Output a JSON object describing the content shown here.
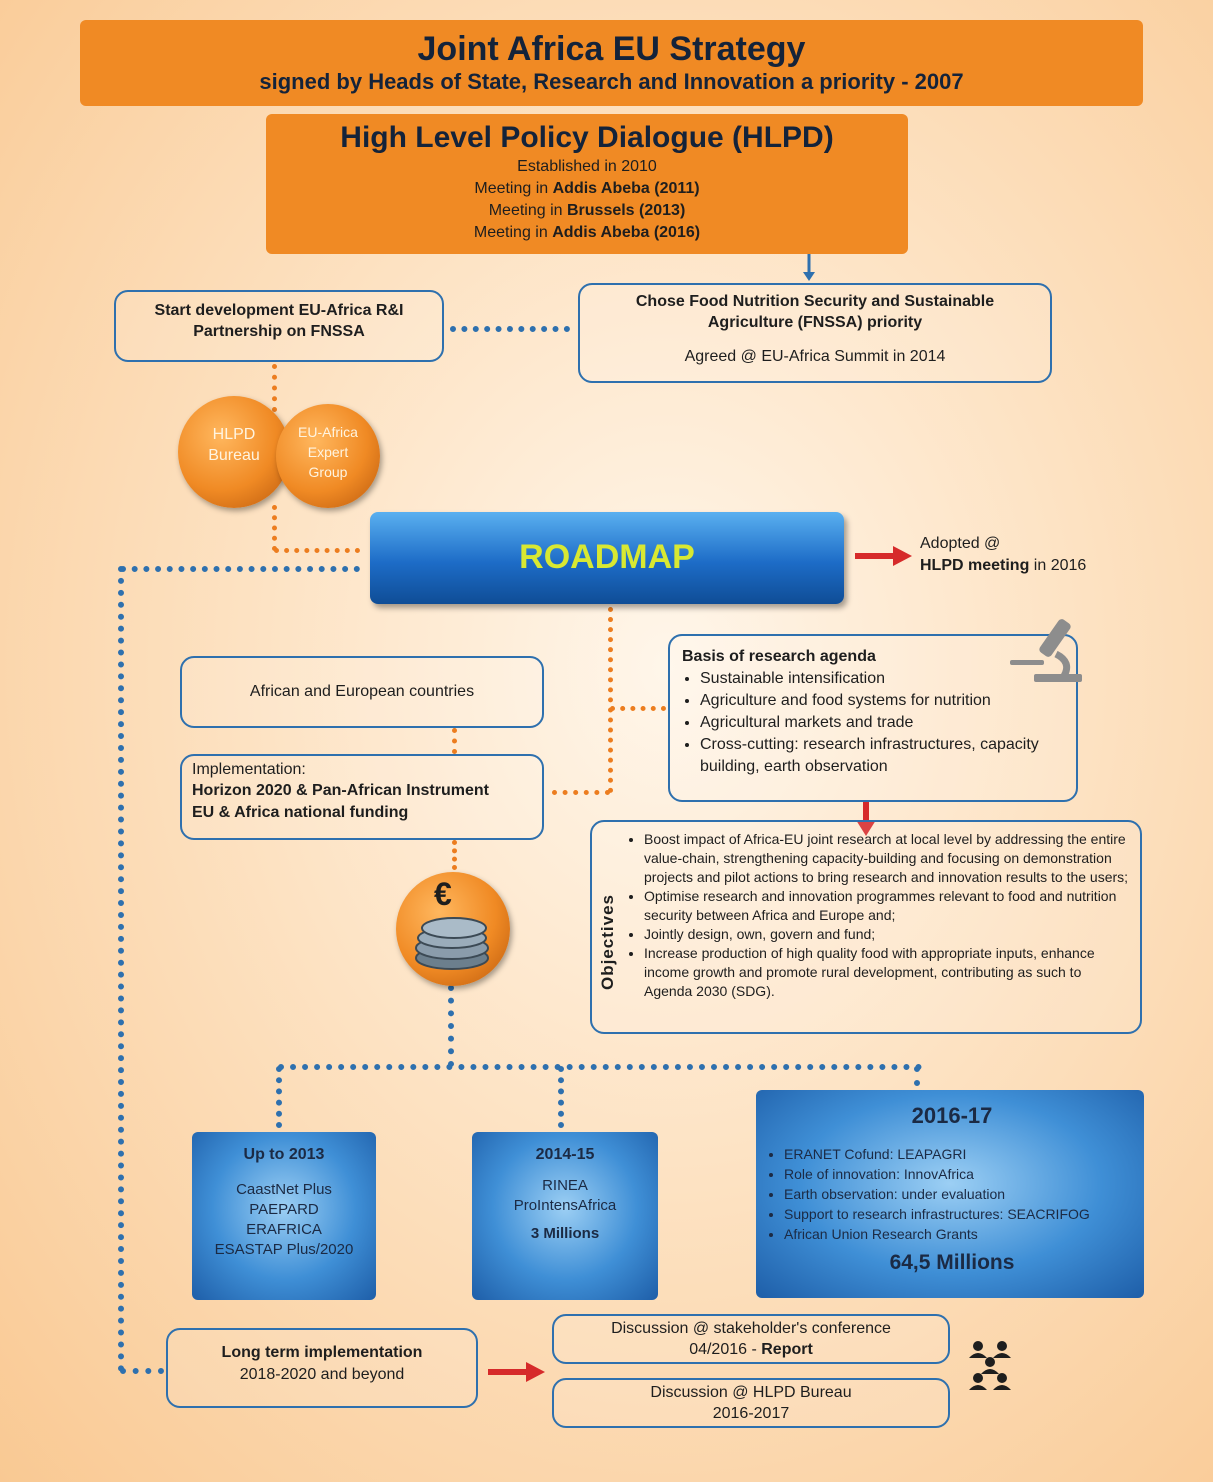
{
  "header": {
    "title": "Joint Africa EU Strategy",
    "subtitle": "signed by Heads of State, Research and Innovation a priority - 2007"
  },
  "hlpd": {
    "title": "High Level Policy Dialogue (HLPD)",
    "established": "Established in 2010",
    "meetings": [
      {
        "prefix": "Meeting in ",
        "place": "Addis Abeba (2011)"
      },
      {
        "prefix": "Meeting in ",
        "place": "Brussels (2013)"
      },
      {
        "prefix": "Meeting in ",
        "place": "Addis Abeba (2016)"
      }
    ]
  },
  "start_box": {
    "text": "Start development EU-Africa R&I Partnership on FNSSA"
  },
  "fnssa_box": {
    "text": "Chose Food Nutrition Security and Sustainable Agriculture (FNSSA) priority",
    "agreed": "Agreed @ EU-Africa Summit in 2014"
  },
  "circles": {
    "hlpd_bureau": "HLPD Bureau",
    "expert_group": "EU-Africa Expert Group"
  },
  "roadmap": {
    "label": "ROADMAP"
  },
  "adopted": {
    "line1": "Adopted @",
    "bold": "HLPD meeting",
    "rest": " in 2016"
  },
  "countries": {
    "text": "African and European countries"
  },
  "implementation": {
    "label": "Implementation:",
    "line1": "Horizon 2020 & Pan-African Instrument",
    "line2": "EU & Africa national funding"
  },
  "euro": {
    "symbol": "€"
  },
  "research_agenda": {
    "title": "Basis of research agenda",
    "items": [
      "Sustainable intensification",
      "Agriculture and food systems for nutrition",
      "Agricultural markets and trade",
      "Cross-cutting: research infrastructures, capacity building, earth observation"
    ]
  },
  "objectives": {
    "label": "Objectives",
    "items": [
      "Boost impact of Africa-EU joint research at local level by addressing the entire value-chain, strengthening capacity-building and focusing on demonstration projects and pilot actions to bring research and innovation results to the users;",
      "Optimise research and innovation programmes relevant to food and nutrition security between Africa and Europe and;",
      "Jointly design, own, govern and fund;",
      "Increase production of high quality food with appropriate inputs, enhance income growth and promote rural development, contributing as such to Agenda 2030 (SDG)."
    ]
  },
  "funding_2013": {
    "title": "Up to 2013",
    "items": [
      "CaastNet Plus",
      "PAEPARD",
      "ERAFRICA",
      "ESASTAP Plus/2020"
    ]
  },
  "funding_2014": {
    "title": "2014-15",
    "items": [
      "RINEA",
      "ProIntensAfrica"
    ],
    "amount": "3 Millions"
  },
  "funding_2016": {
    "title": "2016-17",
    "items": [
      "ERANET Cofund: LEAPAGRI",
      "Role of innovation: InnovAfrica",
      "Earth observation: under evaluation",
      "Support to research infrastructures: SEACRIFOG",
      "African Union Research Grants"
    ],
    "amount": "64,5 Millions"
  },
  "long_term": {
    "title": "Long term implementation",
    "years": "2018-2020 and beyond"
  },
  "discussion1": {
    "line1": "Discussion @ stakeholder's conference",
    "date": "04/2016 - ",
    "bold": "Report"
  },
  "discussion2": {
    "line1": "Discussion @ HLPD Bureau",
    "line2": "2016-2017"
  },
  "colors": {
    "orange": "#f08a24",
    "blue": "#2e70ae",
    "roadmap_text": "#d8e832",
    "arrow_red": "#d62a2a"
  }
}
